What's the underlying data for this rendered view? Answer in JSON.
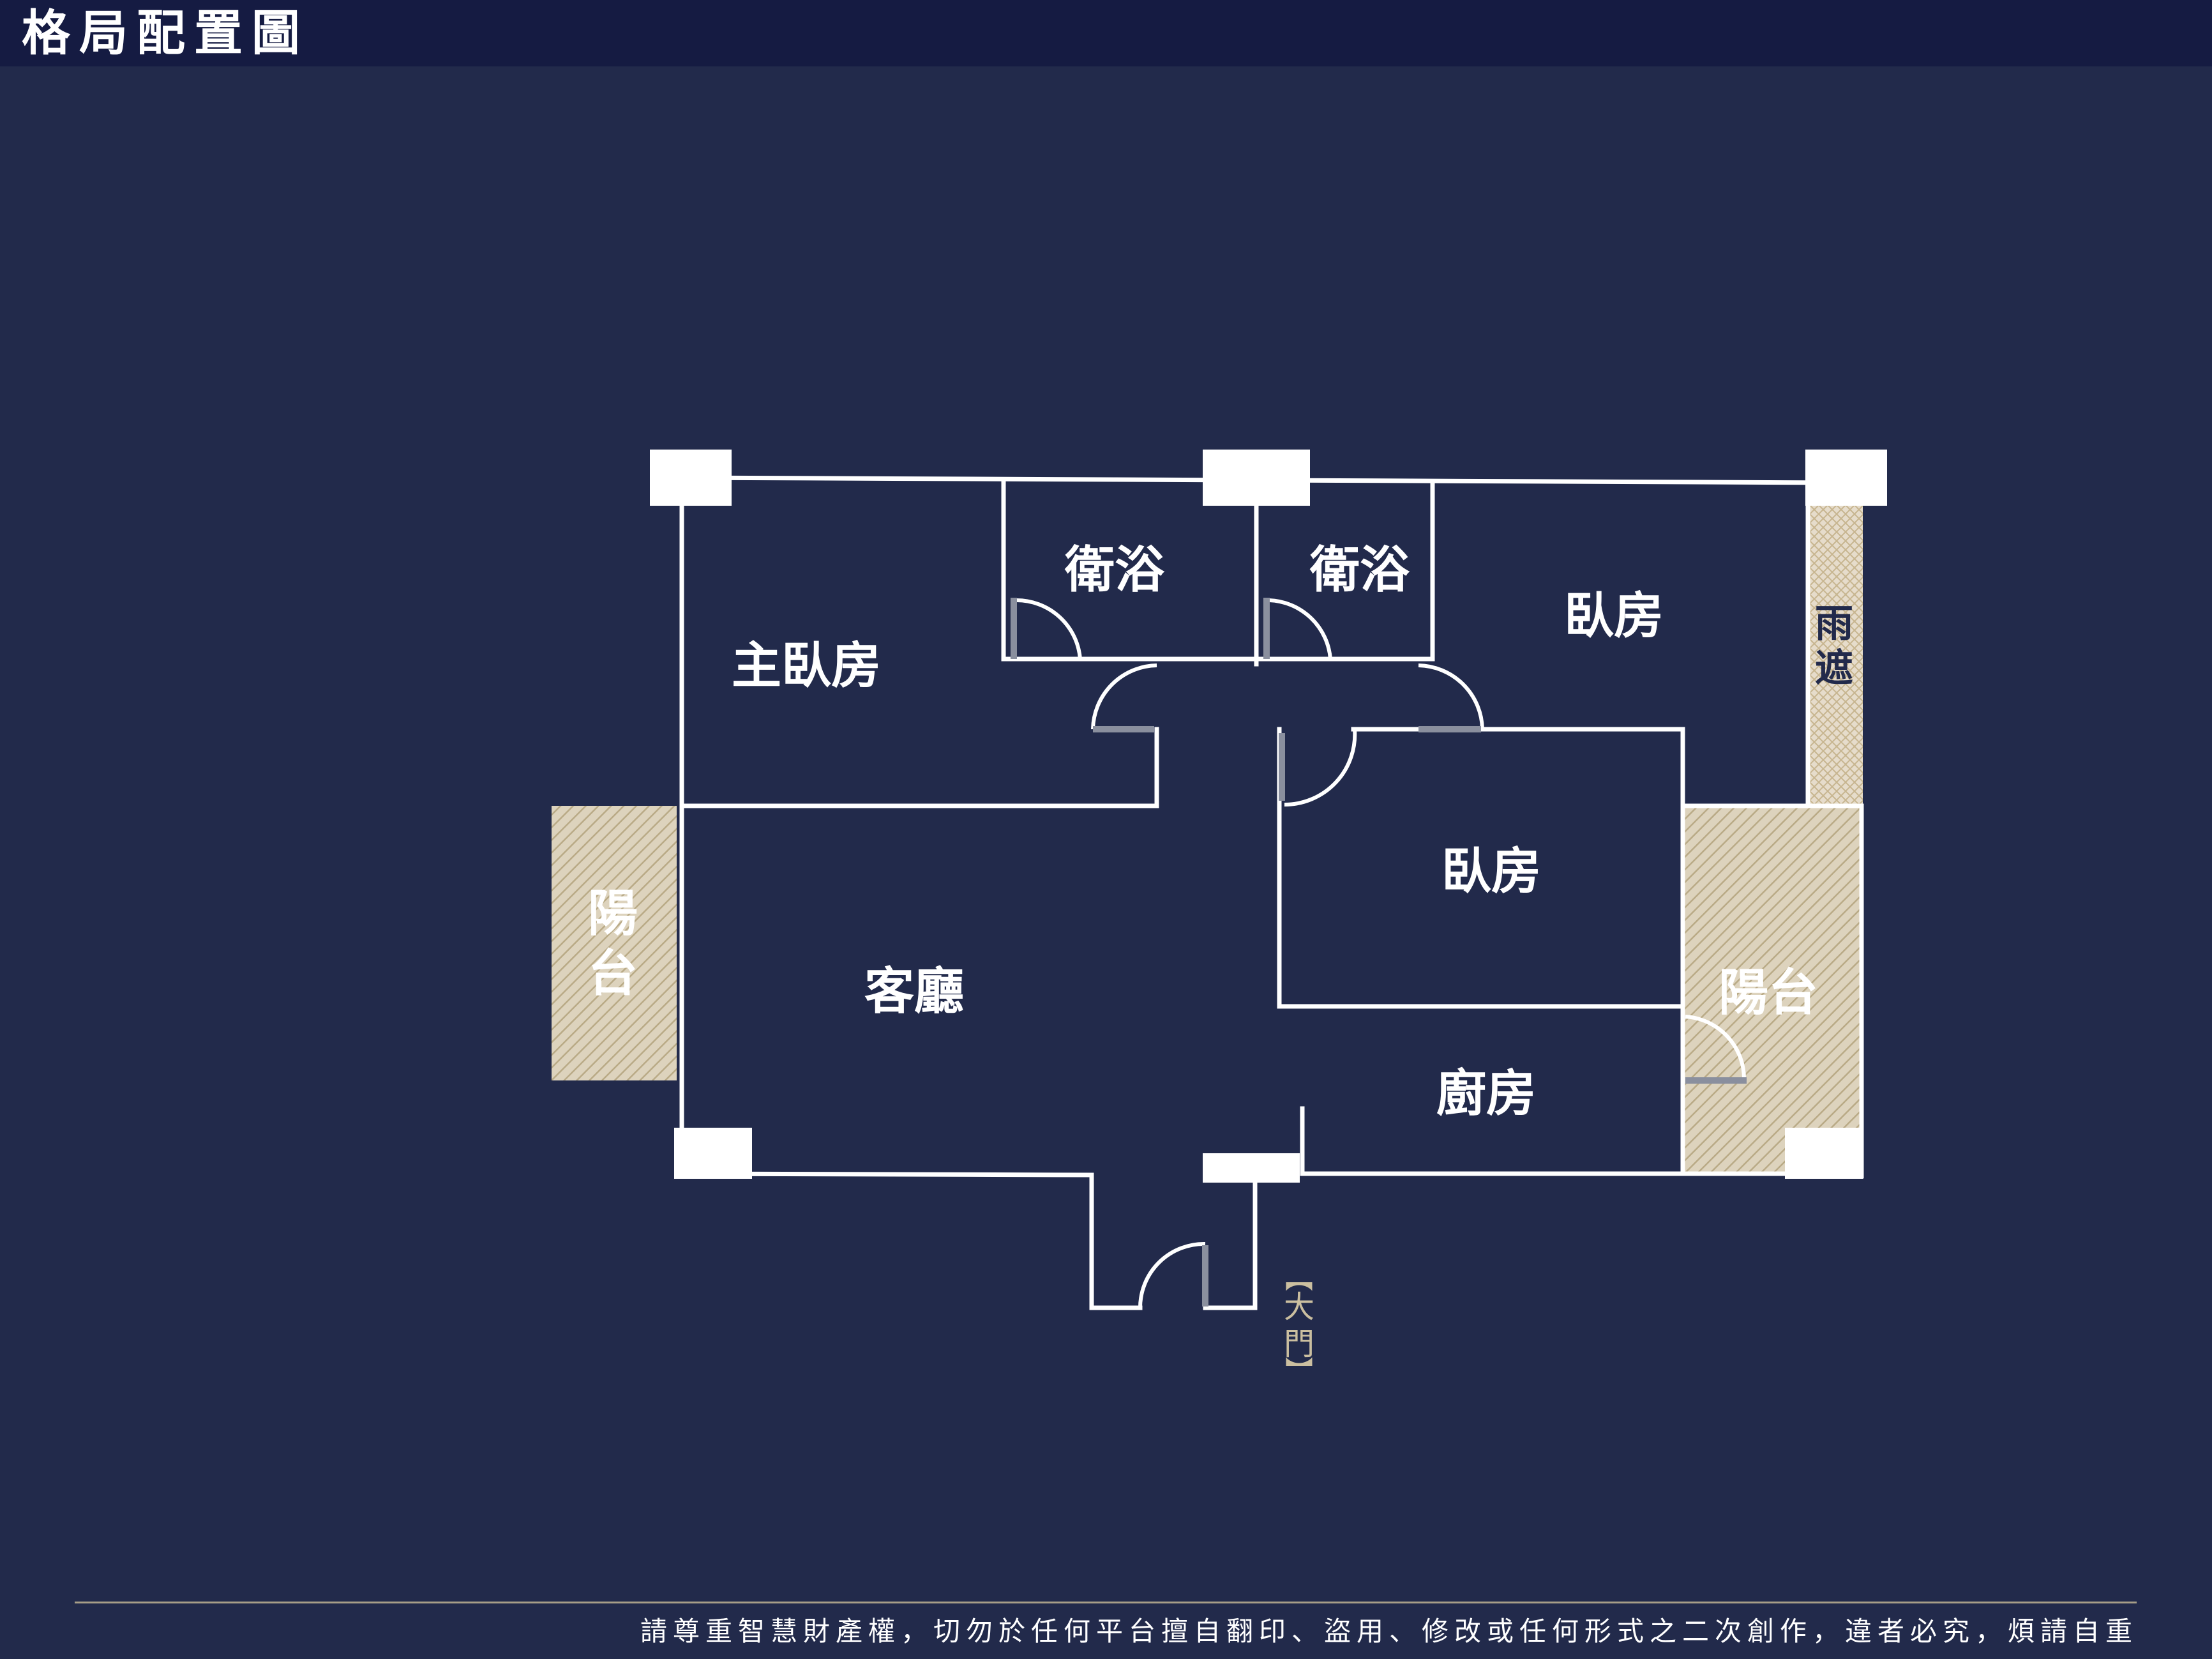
{
  "header": {
    "title": "格局配置圖"
  },
  "rooms": {
    "master_bedroom": "主臥房",
    "bathroom_1": "衛浴",
    "bathroom_2": "衛浴",
    "bedroom_north": "臥房",
    "bedroom_middle": "臥房",
    "living_room": "客廳",
    "kitchen": "廚房",
    "balcony_west": "陽台",
    "balcony_east": "陽台",
    "canopy": "雨遮"
  },
  "entrance": {
    "label": "大門"
  },
  "footer": {
    "copyright": "請尊重智慧財產權，切勿於任何平台擅自翻印、盜用、修改或任何形式之二次創作，違者必究，煩請自重"
  },
  "colors": {
    "background": "#222a4b",
    "header": "#151b42",
    "wall": "#ffffff",
    "door_leaf": "#8a8f9e",
    "balcony_hatch": "#c9bb9a",
    "accent_gold": "#cbbfa0"
  }
}
